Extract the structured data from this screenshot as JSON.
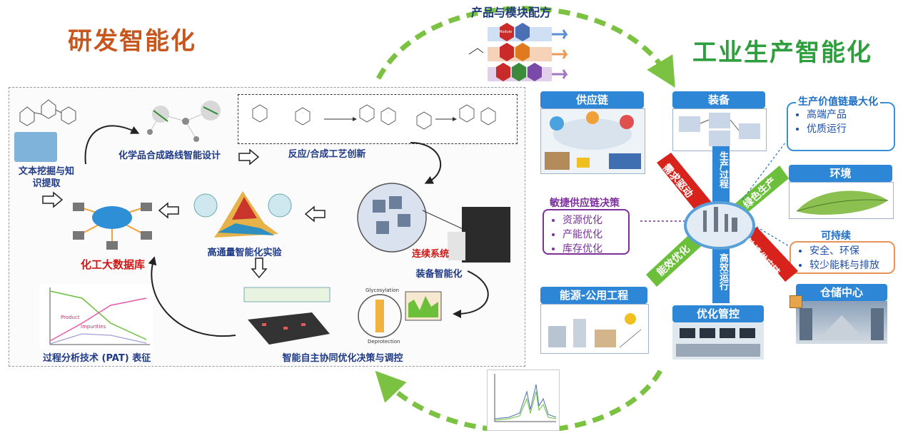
{
  "titles": {
    "rd": "研发智能化",
    "industry": "工业生产智能化",
    "top": "产品与模块配方"
  },
  "rd_panel": {
    "text_mining": "文本挖掘与知识提取",
    "route_design": "化学品合成路线智能设计",
    "reaction_innovation": "反应/合成工艺创新",
    "big_database": "化工大数据库",
    "high_throughput": "高通量智能化实验",
    "continuous_system": "连续系统",
    "equipment_intelligence": "装备智能化",
    "pat": "过程分析技术 (PAT) 表征",
    "autonomous": "智能自主协同优化决策与调控",
    "glycosylation": "Glycosylation",
    "deprotection": "Deprotection",
    "pat_product": "Product",
    "pat_impurities": "Impurities"
  },
  "module_label": "Module",
  "industry": {
    "supply_chain": "供应链",
    "equipment": "装备",
    "value_chain_title": "生产价值链最大化",
    "value_chain_items": [
      "高端产品",
      "优质运行"
    ],
    "environment": "环境",
    "sustainable_title": "可持续",
    "sustainable_items": [
      "安全、环保",
      "较少能耗与排放"
    ],
    "warehouse": "仓储中心",
    "agile_title": "敏捷供应链决策",
    "agile_items": [
      "资源优化",
      "产能优化",
      "库存优化"
    ],
    "energy": "能源-公用工程",
    "control": "优化管控",
    "spokes": {
      "demand": "需求驱动",
      "process": "生产过程",
      "green": "绿色生产",
      "agile": "敏捷供应链",
      "efficient": "高效运行",
      "energy": "能效优化"
    }
  },
  "colors": {
    "rd_title": "#c8571f",
    "industry_title": "#2f9e3e",
    "red_spoke": "#d8231c",
    "blue_spoke": "#2e86d6",
    "green_spoke": "#6cbf3a",
    "cycle_arrow": "#7cc242"
  }
}
